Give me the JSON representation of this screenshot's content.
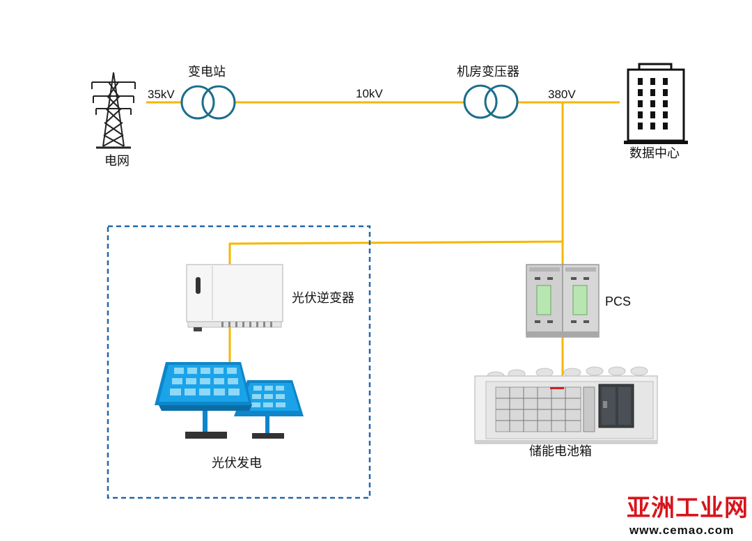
{
  "nodes": {
    "grid": "电网",
    "substation": "变电站",
    "room_transformer": "机房变压器",
    "datacenter": "数据中心",
    "pv_inverter": "光伏逆变器",
    "pv_generation": "光伏发电",
    "pcs": "PCS",
    "battery": "储能电池箱"
  },
  "voltages": {
    "v35": "35kV",
    "v10": "10kV",
    "v380": "380V"
  },
  "watermark": {
    "name": "亚洲工业网",
    "url": "www.cemao.com"
  },
  "colors": {
    "line": "#f5b700",
    "ring": "#1b6e8c",
    "dash_box": "#2266aa",
    "panel": "#1aa3e8",
    "watermark": "#d8141c"
  }
}
